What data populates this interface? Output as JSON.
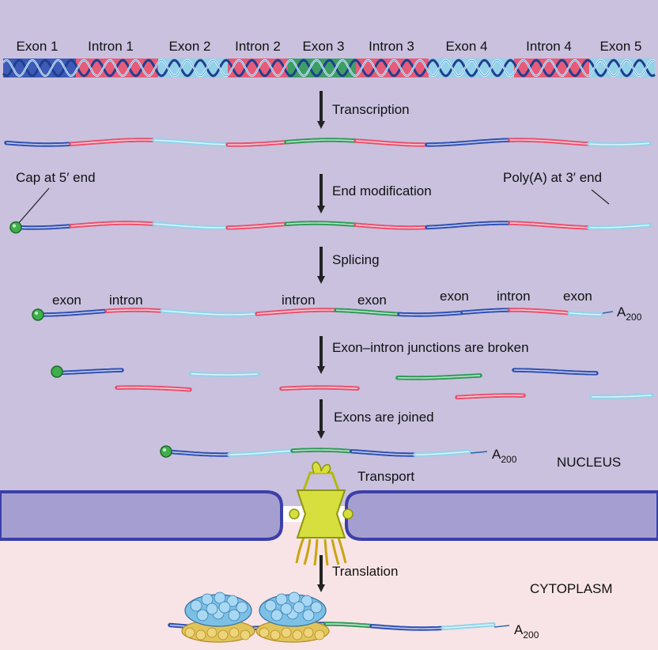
{
  "colors": {
    "nucleus_bg": "#c9c1de",
    "cytoplasm_bg": "#f8e4e6",
    "membrane": "#a59fd1",
    "membrane_edge": "#3c3fa8",
    "exon_blue": "#2f4fb2",
    "exon_light": "#8fd4ea",
    "intron_pink": "#e8506e",
    "exon_green": "#2e9a58",
    "pore": "#d6df3e",
    "ribosome_top": "#7cc0e6",
    "ribosome_bottom": "#e1c45a"
  },
  "gene_labels": [
    "Exon 1",
    "Intron 1",
    "Exon 2",
    "Intron 2",
    "Exon 3",
    "Intron 3",
    "Exon 4",
    "Intron 4",
    "Exon 5"
  ],
  "steps": {
    "transcription": "Transcription",
    "end_modification": "End modification",
    "splicing": "Splicing",
    "junctions_broken": "Exon–intron junctions are broken",
    "exons_joined": "Exons are joined",
    "transport": "Transport",
    "translation": "Translation"
  },
  "annotations": {
    "cap": "Cap at 5′ end",
    "polya": "Poly(A) at 3′ end",
    "a_base": "A",
    "a_sub": "200"
  },
  "splice_labels": {
    "exon": "exon",
    "intron": "intron"
  },
  "regions": {
    "nucleus": "NUCLEUS",
    "cytoplasm": "CYTOPLASM"
  }
}
